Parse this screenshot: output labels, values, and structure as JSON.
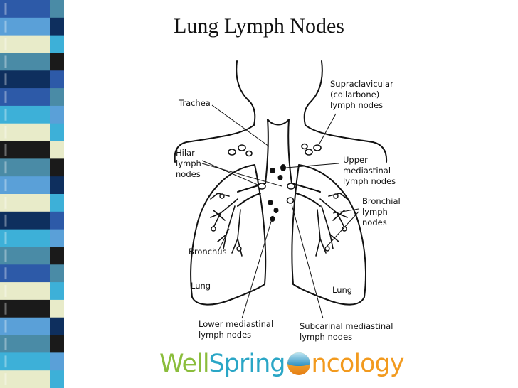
{
  "slide": {
    "title": "Lung Lymph Nodes"
  },
  "diagram": {
    "labels": {
      "trachea": "Trachea",
      "supraclavicular": "Supraclavicular\n(collarbone)\nlymph nodes",
      "hilar": "Hilar\nlymph\nnodes",
      "upper_mediastinal": "Upper\nmediastinal\nlymph nodes",
      "bronchial": "Bronchial\nlymph\nnodes",
      "bronchus": "Bronchus",
      "lung_left": "Lung",
      "lung_right": "Lung",
      "lower_mediastinal": "Lower mediastinal\nlymph nodes",
      "subcarinal": "Subcarinal mediastinal\nlymph nodes"
    }
  },
  "logo": {
    "well": "Well",
    "spring": "Spring",
    "oncology": "ncology"
  },
  "colors": {
    "strip_palette": [
      "#2d5aa8",
      "#5aa0d8",
      "#e8ebc9",
      "#4a8ba6",
      "#0e2f5e",
      "#3db0d8",
      "#1a1a1a"
    ],
    "logo_green": "#8bbd3c",
    "logo_blue": "#2aa6c6",
    "logo_orange": "#f29a1e"
  }
}
